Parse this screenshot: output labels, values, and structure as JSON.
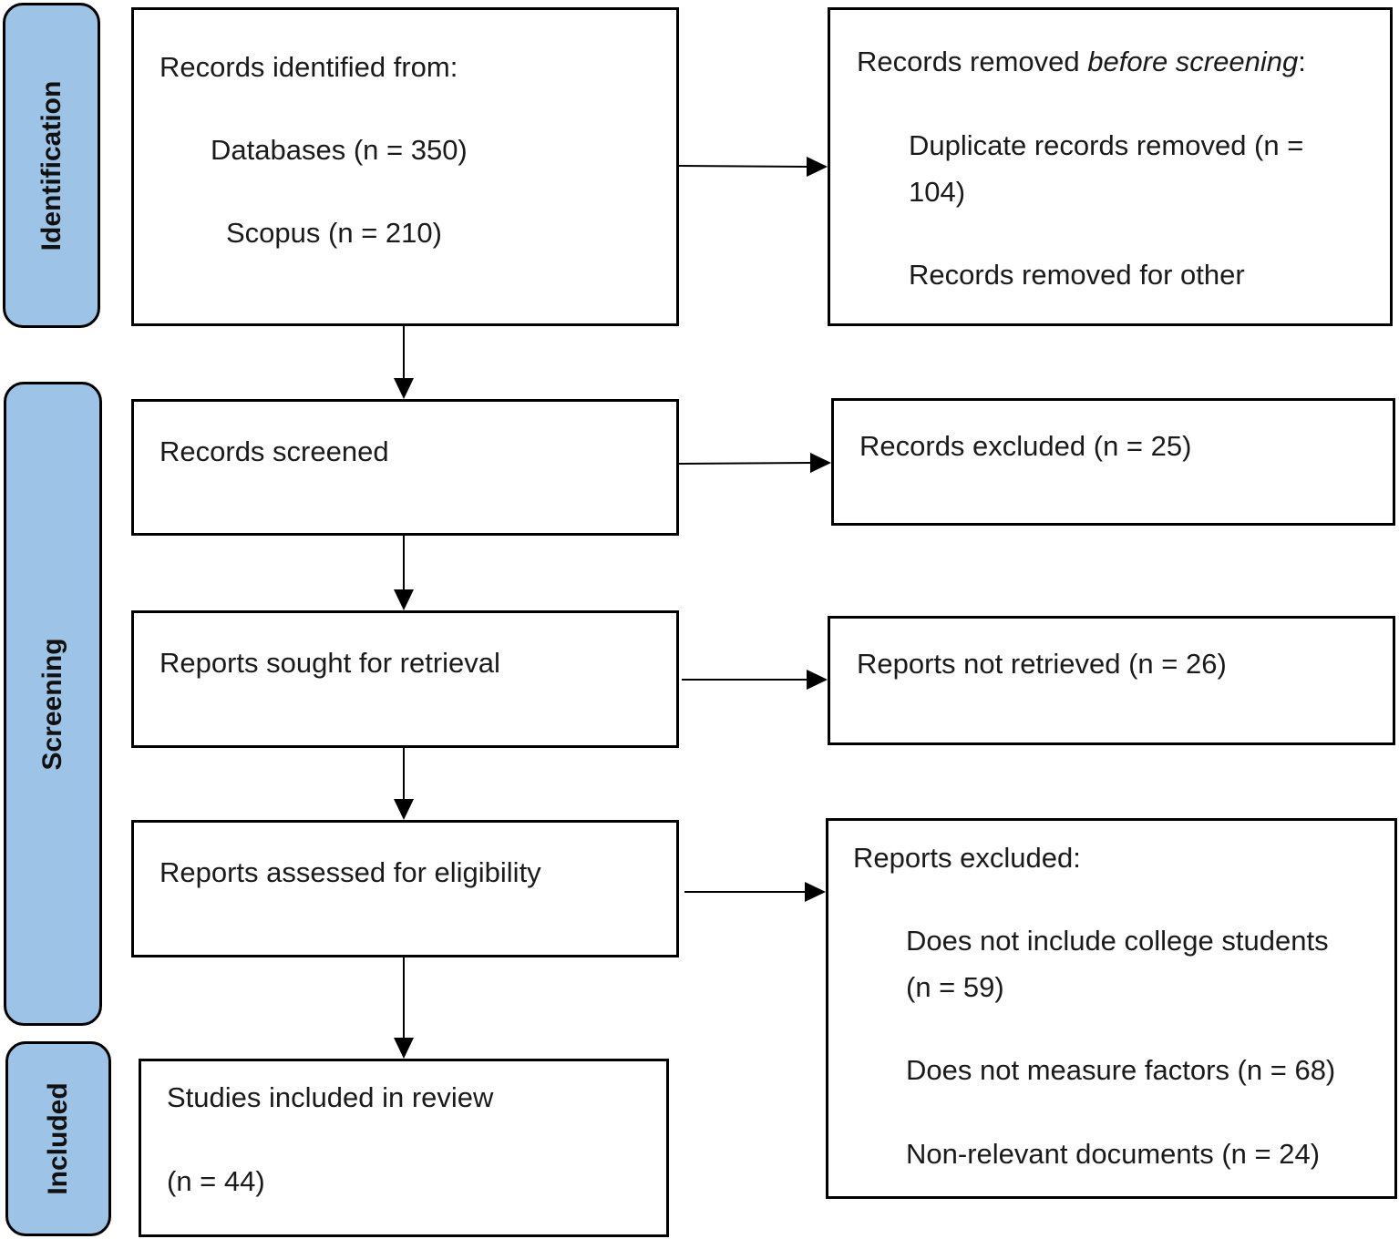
{
  "stages": {
    "identification": "Identification",
    "screening": "Screening",
    "included": "Included"
  },
  "identified": {
    "heading": "Records identified from:",
    "databases": "Databases (n = 350)",
    "scopus": "Scopus (n = 210)"
  },
  "removed": {
    "heading_prefix": "Records removed ",
    "heading_italic": "before screening",
    "heading_suffix": ":",
    "duplicates_line1": "Duplicate records removed (n =",
    "duplicates_line2": "104)",
    "other": "Records removed for other"
  },
  "screened": {
    "label": "Records screened"
  },
  "excluded": {
    "label": "Records excluded (n = 25)"
  },
  "sought": {
    "label": "Reports sought for retrieval"
  },
  "not_retrieved": {
    "label": "Reports not retrieved (n = 26)"
  },
  "assessed": {
    "label": "Reports assessed for eligibility"
  },
  "reports_excluded": {
    "heading": "Reports excluded:",
    "college_line1": "Does not include college students",
    "college_line2": "(n = 59)",
    "factors": "Does not measure factors (n = 68)",
    "nonrelevant": "Non-relevant documents (n = 24)"
  },
  "included": {
    "line1": "Studies included in review",
    "line2": "(n = 44)"
  }
}
